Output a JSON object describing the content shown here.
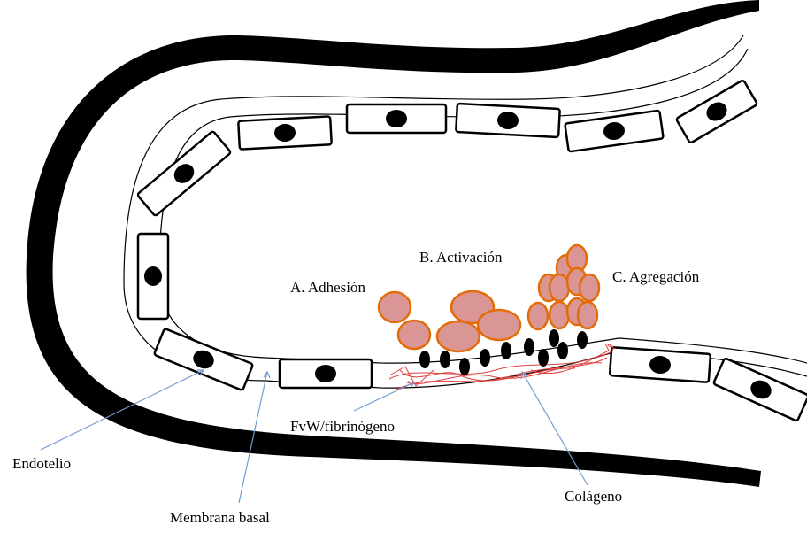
{
  "labels": {
    "adhesion": "A. Adhesión",
    "activacion": "B. Activación",
    "agregacion": "C. Agregación",
    "fvw": "FvW/fibrinógeno",
    "endotelio": "Endotelio",
    "membrana": "Membrana basal",
    "colageno": "Colágeno"
  },
  "colors": {
    "vessel_wall": "#000000",
    "platelet_fill": "#d99694",
    "platelet_stroke": "#e36c09",
    "collagen": "#e04040",
    "leader_line": "#6f9bd1",
    "nucleus": "#000000"
  }
}
